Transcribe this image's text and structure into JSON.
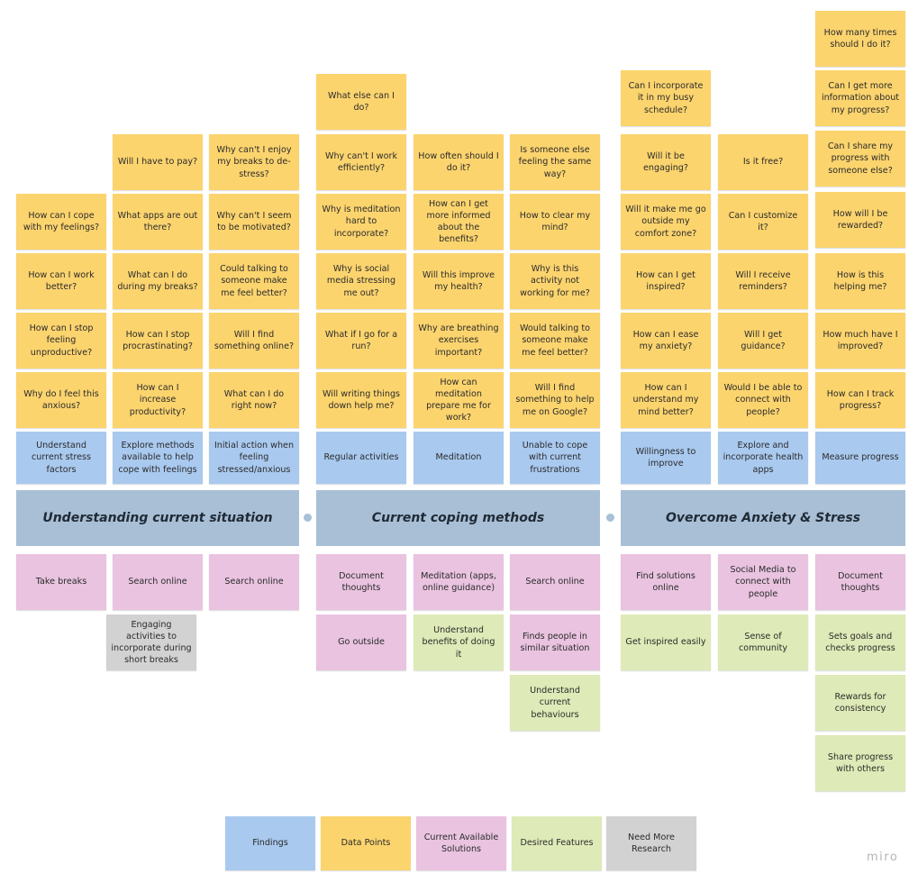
{
  "colors": {
    "findings": "#a9c9ef",
    "data_points": "#fcd46e",
    "current_solutions": "#e9c3e0",
    "desired_features": "#deeab7",
    "need_more_research": "#d2d2d2",
    "section": "#a8bfd6"
  },
  "sections": {
    "s1": "Understanding current situation",
    "s2": "Current coping methods",
    "s3": "Overcome Anxiety & Stress"
  },
  "questions": {
    "c1": [
      "How can I cope with my feelings?",
      "How can I work better?",
      "How can I stop feeling unproductive?",
      "Why do I feel this anxious?"
    ],
    "c2": [
      "Will I have to pay?",
      "What apps are out there?",
      "What can I do during my breaks?",
      "How can I stop procrastinating?",
      "How can I increase productivity?"
    ],
    "c3": [
      "Why can't I enjoy my breaks to de-stress?",
      "Why can't I seem to be motivated?",
      "Could talking to someone make me feel better?",
      "Will I find something online?",
      "What can I do right now?"
    ],
    "c4": [
      "What else can I do?",
      "Why can't I work efficiently?",
      "Why is meditation hard to incorporate?",
      "Why is social media stressing me out?",
      "What if I go for a run?",
      "Will writing things down help me?"
    ],
    "c5": [
      "How often should I do it?",
      "How can I get more informed about the benefits?",
      "Will this improve my health?",
      "Why are breathing exercises important?",
      "How can meditation prepare me for work?"
    ],
    "c6": [
      "Is someone else feeling the same way?",
      "How to clear my mind?",
      "Why is this activity not working for me?",
      "Would talking to someone make me feel better?",
      "Will I find something to help me on Google?"
    ],
    "c7": [
      "Can I incorporate it in my busy schedule?",
      "Will it be engaging?",
      "Will it make me go outside my comfort zone?",
      "How can I get inspired?",
      "How can I ease my anxiety?",
      "How can I understand my mind better?"
    ],
    "c8": [
      "Is it free?",
      "Can I customize it?",
      "Will I receive reminders?",
      "Will I get guidance?",
      "Would I be able to connect with people?"
    ],
    "c9": [
      "How many times should I do it?",
      "Can I get more information about my progress?",
      "Can I share my progress with someone else?",
      "How will I be rewarded?",
      "How is this helping me?",
      "How much have I improved?",
      "How can I track progress?"
    ]
  },
  "findings": [
    "Understand current stress factors",
    "Explore methods available to help cope with feelings",
    "Initial action when feeling stressed/anxious",
    "Regular activities",
    "Meditation",
    "Unable to cope with current frustrations",
    "Willingness to improve",
    "Explore and incorporate health apps",
    "Measure progress"
  ],
  "below": {
    "c1": [
      "Take breaks"
    ],
    "c2": [
      "Search online",
      "Engaging activities to incorporate during short breaks"
    ],
    "c3": [
      "Search online"
    ],
    "c4": [
      "Document thoughts",
      "Go outside"
    ],
    "c5": [
      "Meditation (apps, online guidance)",
      "Understand benefits of doing it"
    ],
    "c6": [
      "Search online",
      "Finds people in similar situation",
      "Understand current behaviours"
    ],
    "c7": [
      "Find solutions online",
      "Get inspired easily"
    ],
    "c8": [
      "Social Media to connect with people",
      "Sense of community"
    ],
    "c9": [
      "Document thoughts",
      "Sets goals and checks progress",
      "Rewards for consistency",
      "Share progress with others"
    ]
  },
  "legend": {
    "findings": "Findings",
    "data_points": "Data Points",
    "current_solutions": "Current Available Solutions",
    "desired_features": "Desired Features",
    "need_more_research": "Need More Research"
  },
  "brand": "miro"
}
